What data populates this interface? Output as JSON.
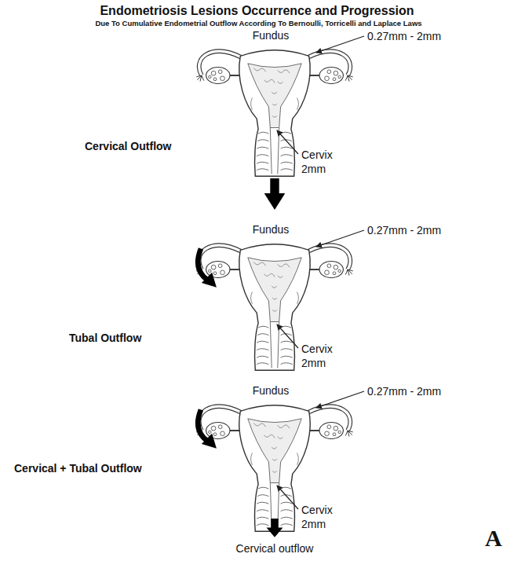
{
  "diagram": {
    "title": "Endometriosis Lesions Occurrence and Progression",
    "labels": [
      "Due To Cumulative Endometrial Outflow According To Bernoulli, Torricelli and Laplace Laws",
      "Fundus",
      "0.27mm - 2mm",
      "Cervical Outflow",
      "Cervix 2mm",
      "Fundus",
      "0.27mm - 2mm",
      "Tubal Outflow",
      "Cervix 2mm",
      "Fundus",
      "0.27mm - 2mm",
      "Cervical + Tubal Outflow",
      "Cervix 2mm",
      "Cervical outflow",
      "A"
    ]
  }
}
